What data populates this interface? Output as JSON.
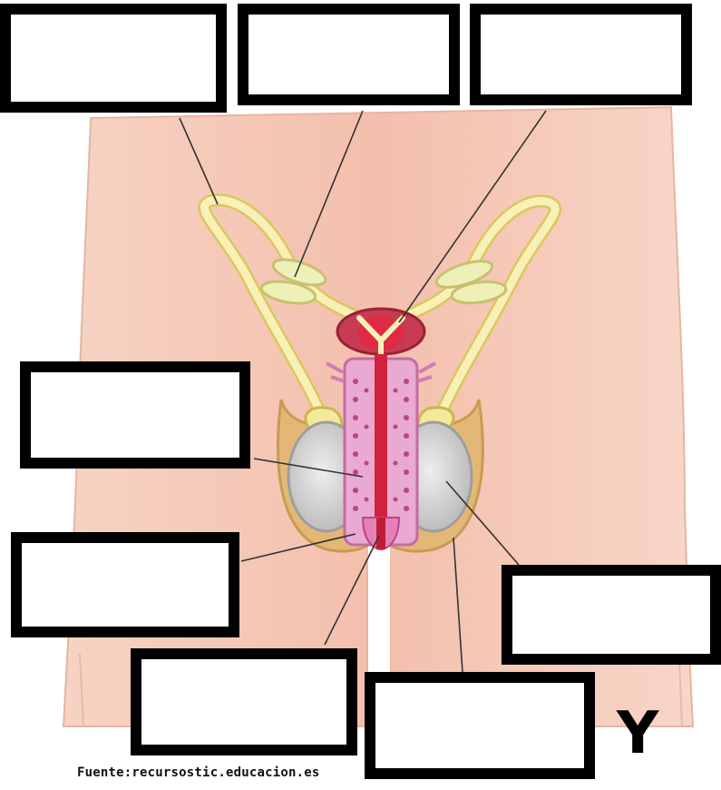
{
  "diagram": {
    "label_boxes": [
      {
        "id": "top-left",
        "text": ""
      },
      {
        "id": "top-middle",
        "text": ""
      },
      {
        "id": "top-right",
        "text": ""
      },
      {
        "id": "middle-left",
        "text": ""
      },
      {
        "id": "lower-left",
        "text": ""
      },
      {
        "id": "bottom-middle",
        "text": ""
      },
      {
        "id": "bottom-center",
        "text": ""
      },
      {
        "id": "bottom-right",
        "text": ""
      }
    ],
    "corner_letter": "Y",
    "source": "Fuente:recursostic.educacion.es"
  },
  "colors": {
    "skin": "#f4c3b1",
    "skin_light": "#fbe0d6",
    "duct": "#f6eca0",
    "duct_outline": "#d9c85a",
    "scrotum": "#e0b46e",
    "testis": "#cfcfcf",
    "urethra": "#d0223c",
    "erectile": "#e8a6cf",
    "prostate": "#c3364a"
  }
}
